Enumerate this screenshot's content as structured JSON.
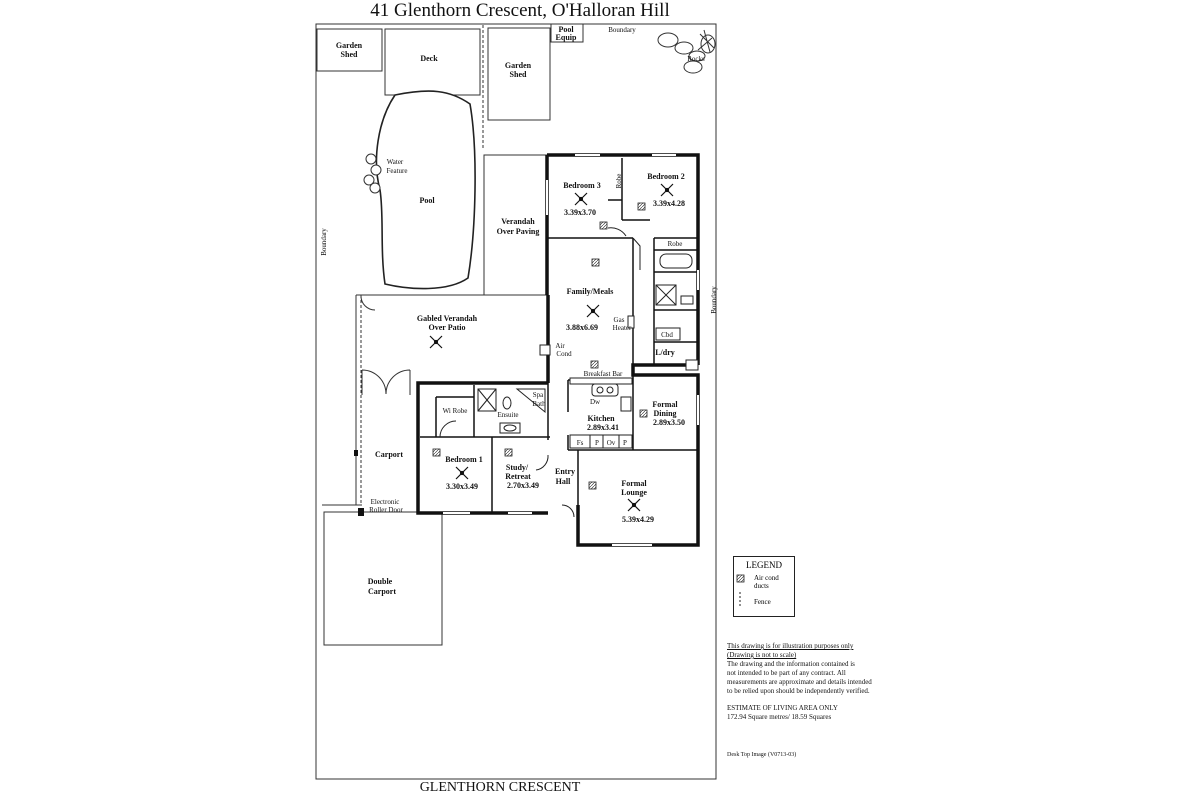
{
  "title": "41 Glenthorn Crescent,  O'Halloran Hill",
  "street": "GLENTHORN CRESCENT",
  "labels": {
    "garden_shed_left": [
      "Garden",
      "Shed"
    ],
    "deck": "Deck",
    "garden_shed_right": [
      "Garden",
      "Shed"
    ],
    "pool_equip": [
      "Pool",
      "Equip"
    ],
    "boundary_top": "Boundary",
    "rocks": "Rocks",
    "water_feature": [
      "Water",
      "Feature"
    ],
    "pool": "Pool",
    "boundary_left": "Boundary",
    "boundary_right": "Boundary",
    "verandah": [
      "Verandah",
      "Over Paving"
    ],
    "bedroom3": [
      "Bedroom 3",
      "3.39x3.70"
    ],
    "robe_vertical": "Robe",
    "bedroom2": [
      "Bedroom 2",
      "3.39x4.28"
    ],
    "robe": "Robe",
    "family": [
      "Family/Meals",
      "3.88x6.69"
    ],
    "gas_heater": [
      "Gas",
      "Heater"
    ],
    "cbd": "Cbd",
    "ldry": "L/dry",
    "gabled": [
      "Gabled Verandah",
      "Over Patio"
    ],
    "air_cond": [
      "Air",
      "Cond"
    ],
    "breakfast_bar": "Breakfast Bar",
    "dw": "Dw",
    "spa_bath": [
      "Spa",
      "Bath"
    ],
    "wi_robe": "Wi Robe",
    "ensuite": "Ensuite",
    "kitchen": [
      "Kitchen",
      "2.89x3.41"
    ],
    "formal_dining": [
      "Formal",
      "Dining",
      "2.89x3.50"
    ],
    "carport": "Carport",
    "bedroom1": [
      "Bedroom 1",
      "3.30x3.49"
    ],
    "study": [
      "Study/",
      "Retreat",
      "2.70x3.49"
    ],
    "fs": "Fs",
    "p1": "P",
    "ov": "Ov",
    "p2": "P",
    "entry": [
      "Entry",
      "Hall"
    ],
    "formal_lounge": [
      "Formal",
      "Lounge",
      "5.39x4.29"
    ],
    "roller_door": [
      "Electronic",
      "Roller Door"
    ],
    "double_carport": [
      "Double",
      "Carport"
    ]
  },
  "legend": {
    "heading": "LEGEND",
    "air_cond_ducts": [
      "Air cond",
      "ducts"
    ],
    "fence": "Fence"
  },
  "notes": {
    "disclaimer_1": "This drawing is for illustration purposes only",
    "disclaimer_2": "(Drawing is not to scale)",
    "body": [
      "The drawing and the information contained is",
      "not intended to be part of any contract.  All",
      "measurements are approximate and details intended",
      "to be relied upon should be independently verified."
    ],
    "estimate_heading": "ESTIMATE OF LIVING AREA ONLY",
    "estimate_value": "172.94  Square metres/  18.59 Squares",
    "image_ref": "Desk Top Image  (V0713-03)"
  }
}
